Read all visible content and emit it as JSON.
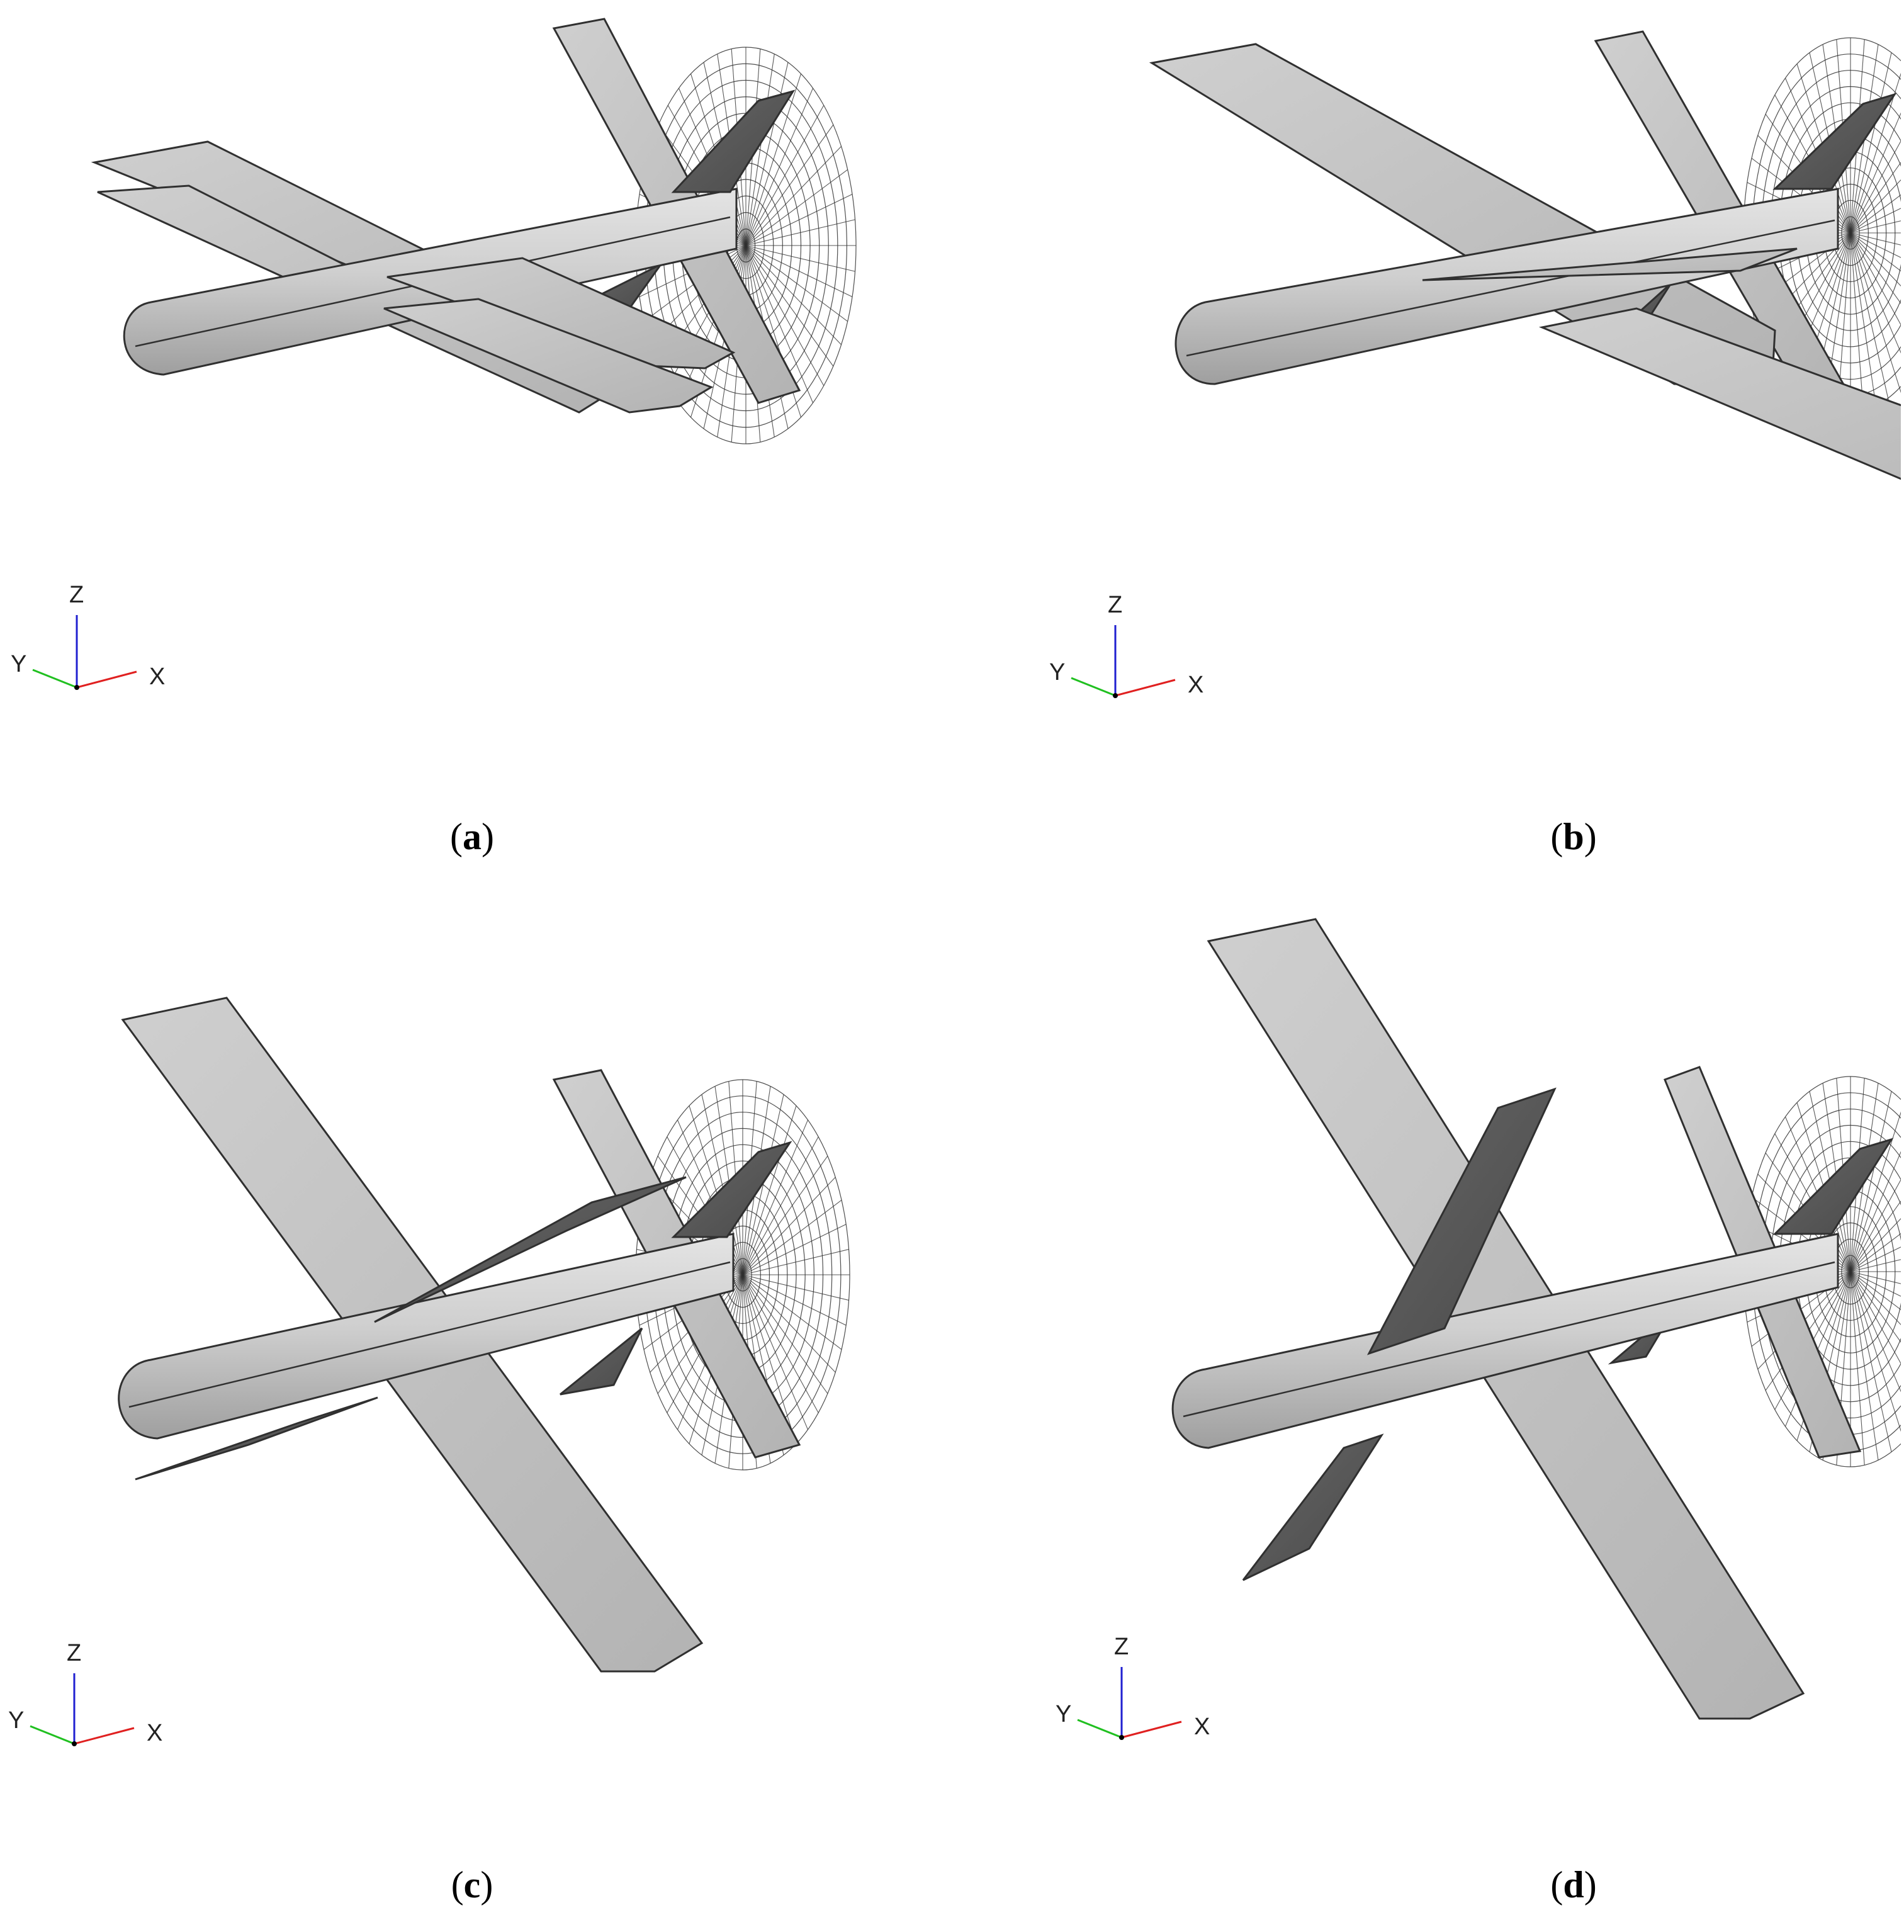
{
  "panels": [
    {
      "id": "a",
      "caption_letter": "a"
    },
    {
      "id": "b",
      "caption_letter": "b"
    },
    {
      "id": "c",
      "caption_letter": "c"
    },
    {
      "id": "d",
      "caption_letter": "d"
    }
  ],
  "triad": {
    "x_label": "X",
    "y_label": "Y",
    "z_label": "Z",
    "x_color": "#e02020",
    "y_color": "#20c020",
    "z_color": "#2020d0"
  },
  "colors": {
    "body": "#c4c4c4",
    "body_light": "#dadada",
    "wing": "#bdbdbd",
    "dark_fin": "#5a5a5a",
    "outline": "#303030",
    "mesh": "#303030"
  }
}
